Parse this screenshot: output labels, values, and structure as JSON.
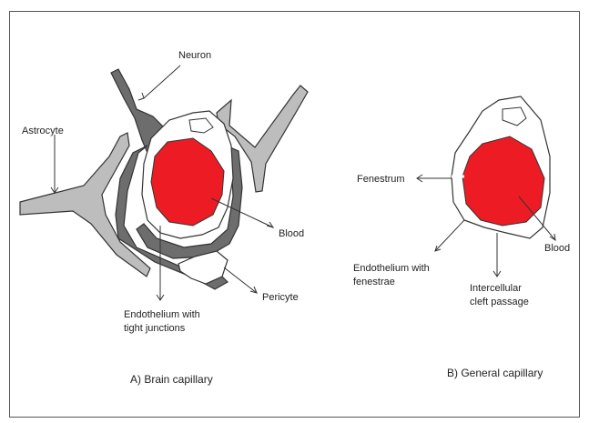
{
  "brain_capillary": {
    "caption": "A) Brain capillary",
    "labels": {
      "neuron": "Neuron",
      "astrocyte": "Astrocyte",
      "blood": "Blood",
      "endothelium_line1": "Endothelium with",
      "endothelium_line2": "tight junctions",
      "pericyte": "Pericyte"
    }
  },
  "general_capillary": {
    "caption": "B) General capillary",
    "labels": {
      "fenestrum": "Fenestrum",
      "blood": "Blood",
      "endothelium_line1": "Endothelium with",
      "endothelium_line2": "fenestrae",
      "cleft_line1": "Intercellular",
      "cleft_line2": "cleft passage"
    }
  },
  "colors": {
    "blood": "#ed1c24",
    "astrocyte": "#bdbdbd",
    "neuron_pericyte": "#6d6d6d",
    "endothelium": "#ffffff",
    "outline": "#333333"
  }
}
